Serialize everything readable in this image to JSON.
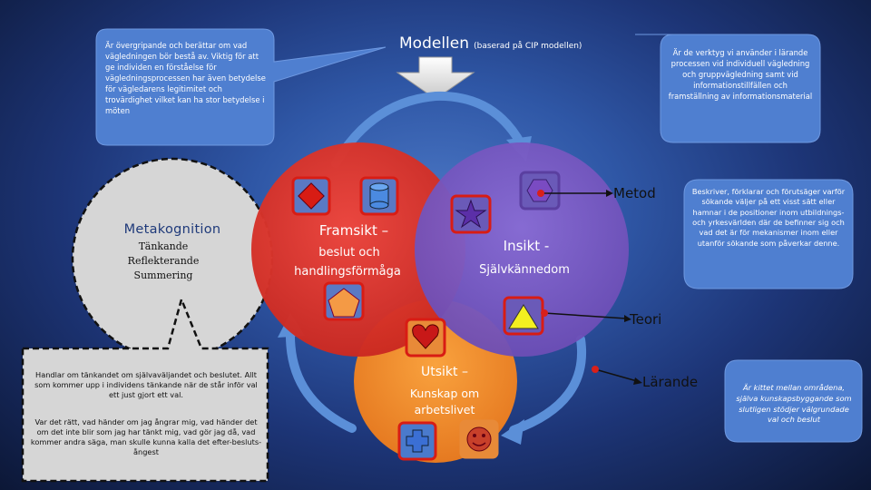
{
  "title": {
    "main": "Modellen",
    "sub": "(baserad på CIP modellen)"
  },
  "callouts": {
    "top_left": "Är övergripande och berättar om vad vägledningen bör bestå av. Viktig för att ge individen en förståelse för vägledningsprocessen har även betydelse för vägledarens legitimitet och trovärdighet vilket kan ha stor betydelse i möten",
    "top_right": "Är de verktyg vi använder i lärande processen vid individuell vägledning och gruppvägledning samt vid informationstillfällen och framställning av informationsmaterial",
    "right_middle": "Beskriver, förklarar och förutsäger varför sökande väljer på ett visst sätt eller hamnar i de positioner inom utbildnings- och yrkesvärlden där de befinner sig och vad det är för mekanismer inom eller utanför sökande som påverkar denne.",
    "bottom_right": "Är kittet mellan områdena, själva kunskapsbyggande som slutligen stödjer välgrundade val och beslut"
  },
  "metakognition": {
    "heading": "Metakognition",
    "line1": "Tänkande",
    "line2": "Reflekterande",
    "line3": "Summering"
  },
  "note_box": {
    "para1": "Handlar om tänkandet om självaväljandet och beslutet. Allt som kommer upp i individens tänkande när de står inför val ett just gjort ett val.",
    "para2": "Var det rätt, vad händer om jag ångrar mig, vad händer det om det inte blir som jag har tänkt mig, vad gör jag då, vad kommer andra säga, man skulle kunna kalla det efter-besluts-ångest"
  },
  "circles": {
    "framsikt": {
      "title": "Framsikt –",
      "sub1": "beslut och",
      "sub2": "handlingsförmåga"
    },
    "insikt": {
      "title": "Insikt -",
      "sub1": "Självkännedom"
    },
    "utsikt": {
      "title": "Utsikt –",
      "sub1": "Kunskap om",
      "sub2": "arbetslivet"
    }
  },
  "labels": {
    "metod": "Metod",
    "teori": "Teori",
    "larande": "Lärande"
  },
  "colors": {
    "framsikt": "#e0352d",
    "insikt": "#7a5bc4",
    "utsikt": "#f0892a",
    "callout": "#4f7fd0",
    "metakognition": "#d4d4d4"
  },
  "icons": [
    "red-diamond-icon",
    "cylinder-icon",
    "orange-pentagon-icon",
    "purple-star-icon",
    "purple-hexagon-icon",
    "yellow-triangle-icon",
    "heart-icon",
    "blue-cross-icon",
    "smiley-icon"
  ]
}
